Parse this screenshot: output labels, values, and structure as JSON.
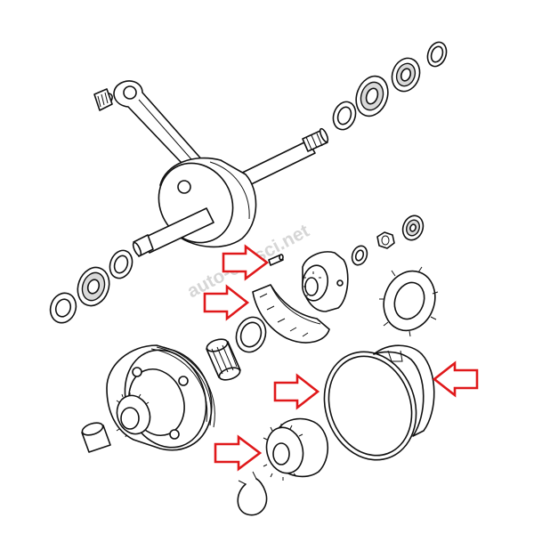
{
  "watermark": "auto-czesci.net",
  "colors": {
    "line": "#111111",
    "arrow_stroke": "#e0191b",
    "arrow_fill": "#ffffff",
    "watermark": "#d6d6d6"
  },
  "highlight_arrows": [
    {
      "name": "arrow-pin",
      "points_to": "locking-pin"
    },
    {
      "name": "arrow-shoe",
      "points_to": "starter-pawl-shoe"
    },
    {
      "name": "arrow-ring",
      "points_to": "starter-spring-ring"
    },
    {
      "name": "arrow-drum",
      "points_to": "starter-drum"
    },
    {
      "name": "arrow-gear",
      "points_to": "starter-gear"
    }
  ]
}
